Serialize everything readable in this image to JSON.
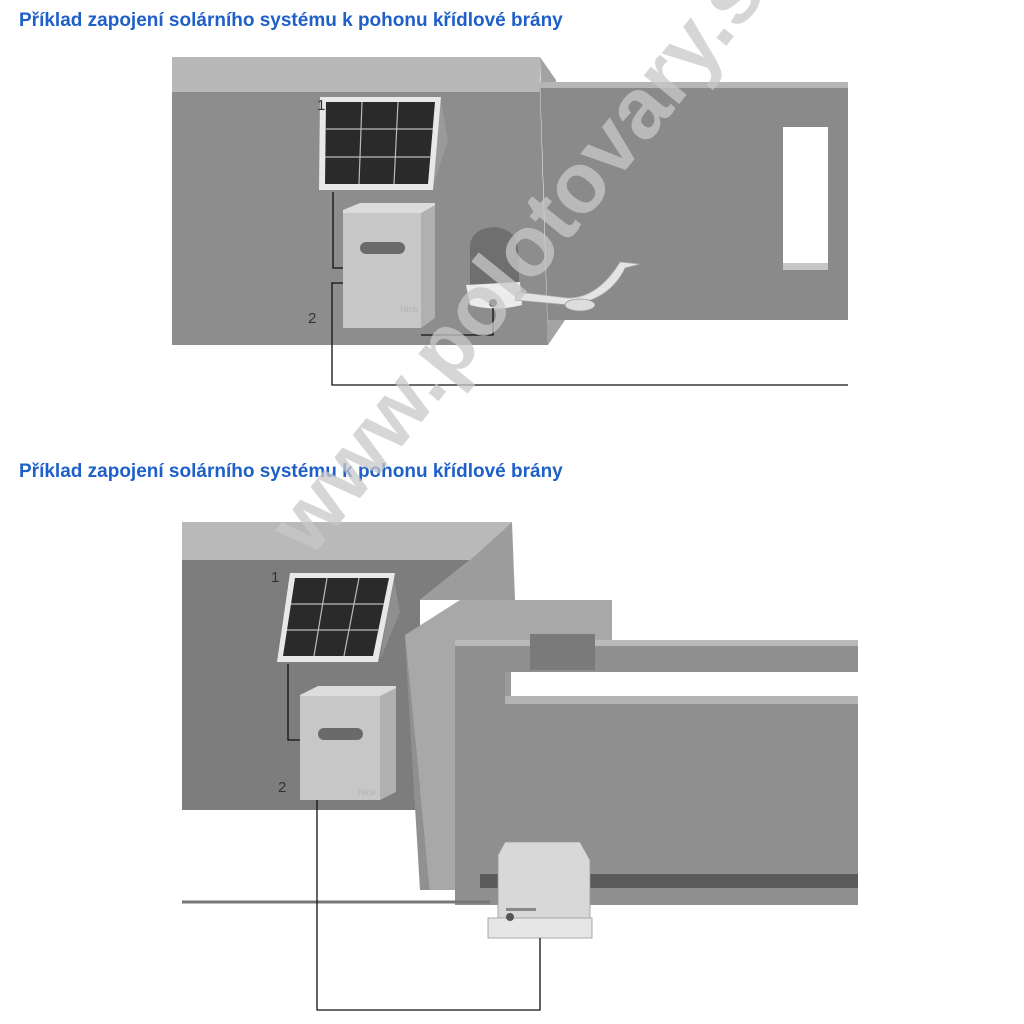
{
  "sections": [
    {
      "title": "Příklad zapojení solárního systému k pohonu křídlové brány",
      "labels": [
        "1",
        "2"
      ],
      "box_brand": "Nice"
    },
    {
      "title": "Příklad zapojení solárního systému k pohonu křídlové brány",
      "labels": [
        "1",
        "2"
      ],
      "box_brand": "Nice"
    }
  ],
  "watermark": "www.polotovary.sk",
  "colors": {
    "title": "#1f5fc8"
  }
}
